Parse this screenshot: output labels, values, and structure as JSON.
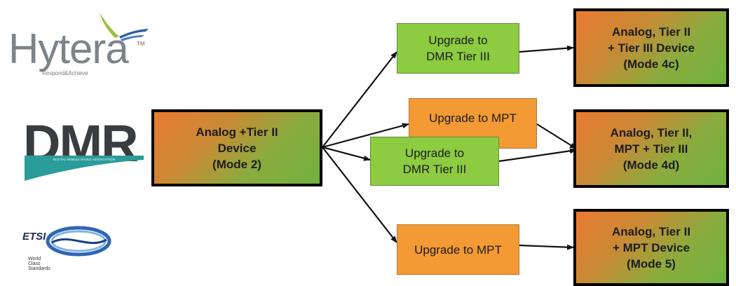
{
  "logos": {
    "hytera": {
      "name": "Hytera",
      "tm": "TM",
      "tagline": "Respond&Achieve"
    },
    "dmr": {
      "name": "DMR",
      "subtitle": "DIGITAL MOBILE RADIO ASSOCIATION"
    },
    "etsi": {
      "name": "ETSI",
      "tagline": "World Class Standards"
    }
  },
  "nodes": {
    "source": "Analog +Tier II\nDevice\n(Mode 2)",
    "upgrade_top": "Upgrade to\nDMR Tier III",
    "upgrade_mpt_mid": "Upgrade  to MPT",
    "upgrade_dmr_mid": "Upgrade  to\nDMR Tier III",
    "upgrade_mpt_bottom": "Upgrade  to MPT",
    "result_4c": "Analog, Tier II\n+ Tier III  Device\n(Mode 4c)",
    "result_4d": "Analog, Tier II,\nMPT + Tier III\n(Mode 4d)",
    "result_5": "Analog, Tier II\n+ MPT Device\n(Mode 5)"
  },
  "colors": {
    "green": "#8dcb41",
    "orange": "#f39a35",
    "gradient_start": "#ea7a32",
    "gradient_end": "#6fb33f"
  }
}
